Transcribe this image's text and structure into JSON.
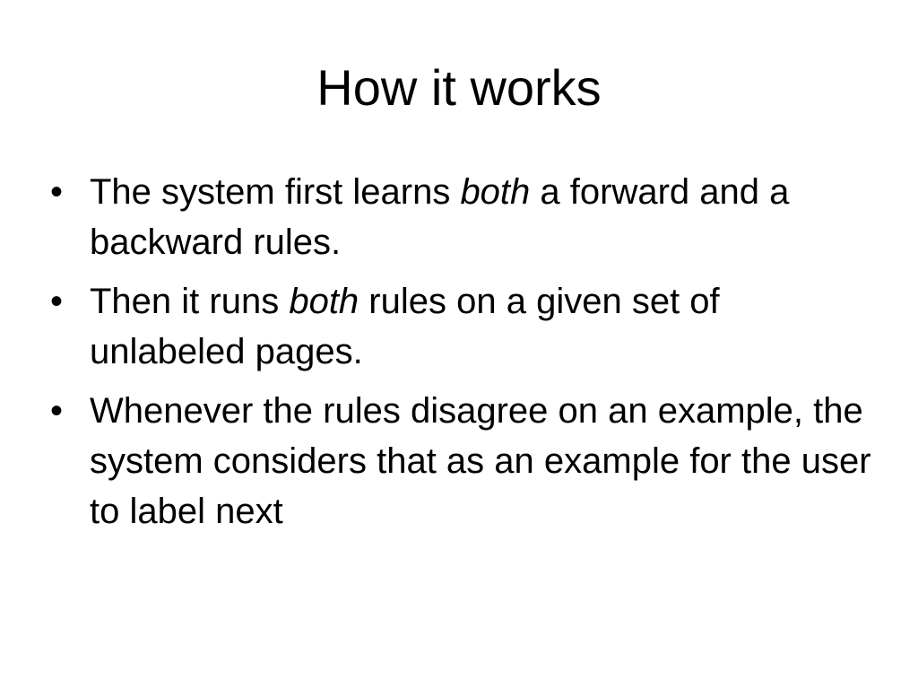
{
  "slide": {
    "title": "How it works",
    "bullet_symbol": "•",
    "bullets": [
      {
        "before": "The system first learns ",
        "emphasis": "both",
        "after": " a forward and a backward rules."
      },
      {
        "before": "Then it runs ",
        "emphasis": "both",
        "after": " rules on a given set of unlabeled pages."
      },
      {
        "text": "Whenever the rules disagree on an example, the system considers that as an example for the user to label next"
      }
    ]
  }
}
